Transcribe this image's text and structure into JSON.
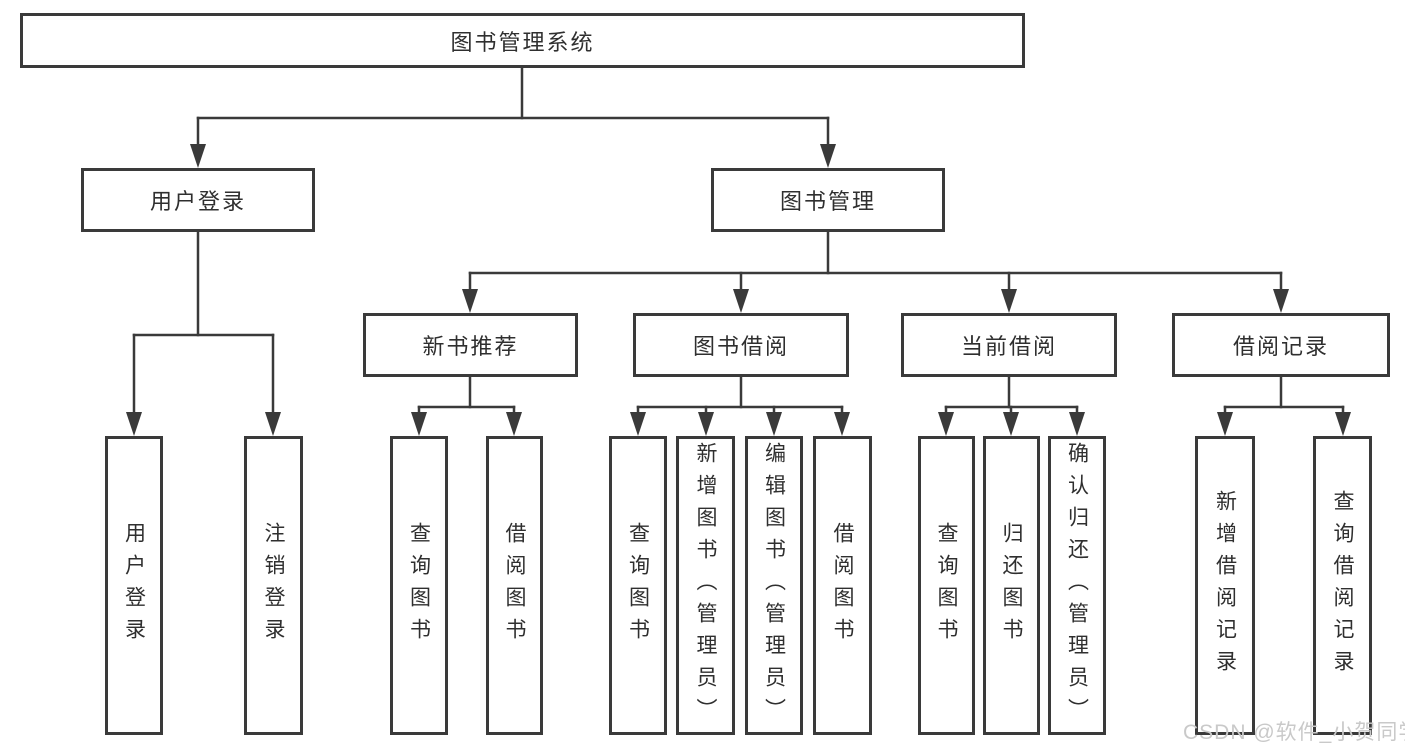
{
  "diagram": {
    "title": "图书管理系统",
    "watermark": "CSDN @软件_小贺同学",
    "colors": {
      "line": "#3a3a3a",
      "text": "#2f2f2f",
      "watermark": "#c9c9c9",
      "background": "#ffffff"
    },
    "nodes": {
      "root": {
        "label": "图书管理系统"
      },
      "user_login": {
        "label": "用户登录"
      },
      "book_mgmt": {
        "label": "图书管理"
      },
      "new_book_rec": {
        "label": "新书推荐"
      },
      "book_borrow": {
        "label": "图书借阅"
      },
      "current_borrow": {
        "label": "当前借阅"
      },
      "borrow_record": {
        "label": "借阅记录"
      },
      "leaf_user_login": {
        "label": "用户登录"
      },
      "leaf_logout": {
        "label": "注销登录"
      },
      "leaf_query_book_rec": {
        "label": "查询图书"
      },
      "leaf_borrow_book_rec": {
        "label": "借阅图书"
      },
      "leaf_query_book_borrow": {
        "label": "查询图书"
      },
      "leaf_add_book": {
        "label": "新增图书（管理员）"
      },
      "leaf_edit_book": {
        "label": "编辑图书（管理员）"
      },
      "leaf_borrow_book": {
        "label": "借阅图书"
      },
      "leaf_query_book_current": {
        "label": "查询图书"
      },
      "leaf_return_book": {
        "label": "归还图书"
      },
      "leaf_confirm_return": {
        "label": "确认归还（管理员）"
      },
      "leaf_add_borrow_record": {
        "label": "新增借阅记录"
      },
      "leaf_query_borrow_record": {
        "label": "查询借阅记录"
      }
    },
    "hierarchy": {
      "图书管理系统": [
        "用户登录",
        "图书管理"
      ],
      "用户登录": [
        "用户登录",
        "注销登录"
      ],
      "图书管理": [
        "新书推荐",
        "图书借阅",
        "当前借阅",
        "借阅记录"
      ],
      "新书推荐": [
        "查询图书",
        "借阅图书"
      ],
      "图书借阅": [
        "查询图书",
        "新增图书（管理员）",
        "编辑图书（管理员）",
        "借阅图书"
      ],
      "当前借阅": [
        "查询图书",
        "归还图书",
        "确认归还（管理员）"
      ],
      "借阅记录": [
        "新增借阅记录",
        "查询借阅记录"
      ]
    }
  }
}
